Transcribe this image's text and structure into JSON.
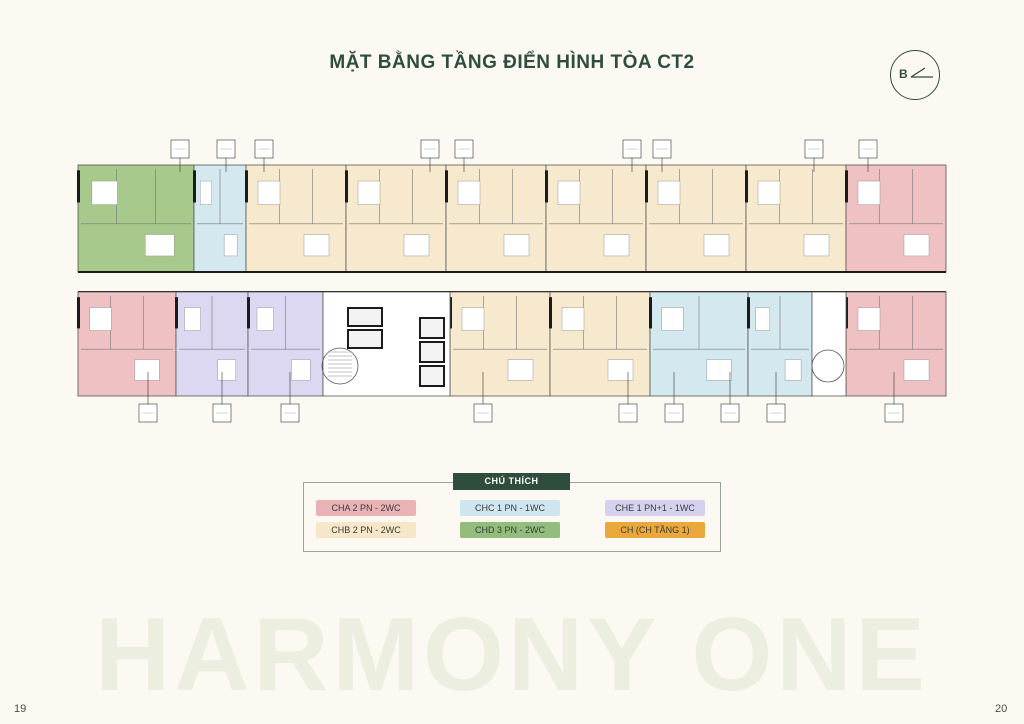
{
  "title": "MẶT BẰNG TẦNG ĐIỂN HÌNH TÒA CT2",
  "compass_letter": "B",
  "legend": {
    "title": "CHÚ THÍCH",
    "items": [
      {
        "label": "CHA 2 PN - 2WC",
        "color": "#e9b3b6"
      },
      {
        "label": "CHC 1 PN - 1WC",
        "color": "#cde6ef"
      },
      {
        "label": "CHE 1 PN+1 - 1WC",
        "color": "#d5d2f0"
      },
      {
        "label": "CHB 2 PN - 2WC",
        "color": "#f5e7c8"
      },
      {
        "label": "CHD 3 PN - 2WC",
        "color": "#92bd7c"
      },
      {
        "label": "CH (CH TẦNG 1)",
        "color": "#eaa83a"
      }
    ]
  },
  "unit_colors": {
    "CHA": "#efc1c3",
    "CHB": "#f6e9cd",
    "CHC": "#d3e8ef",
    "CHD": "#a7c98c",
    "CHE": "#dcd8f2",
    "core": "#ffffff"
  },
  "watermark": "HARMONY ONE",
  "page_left": "19",
  "page_right": "20"
}
